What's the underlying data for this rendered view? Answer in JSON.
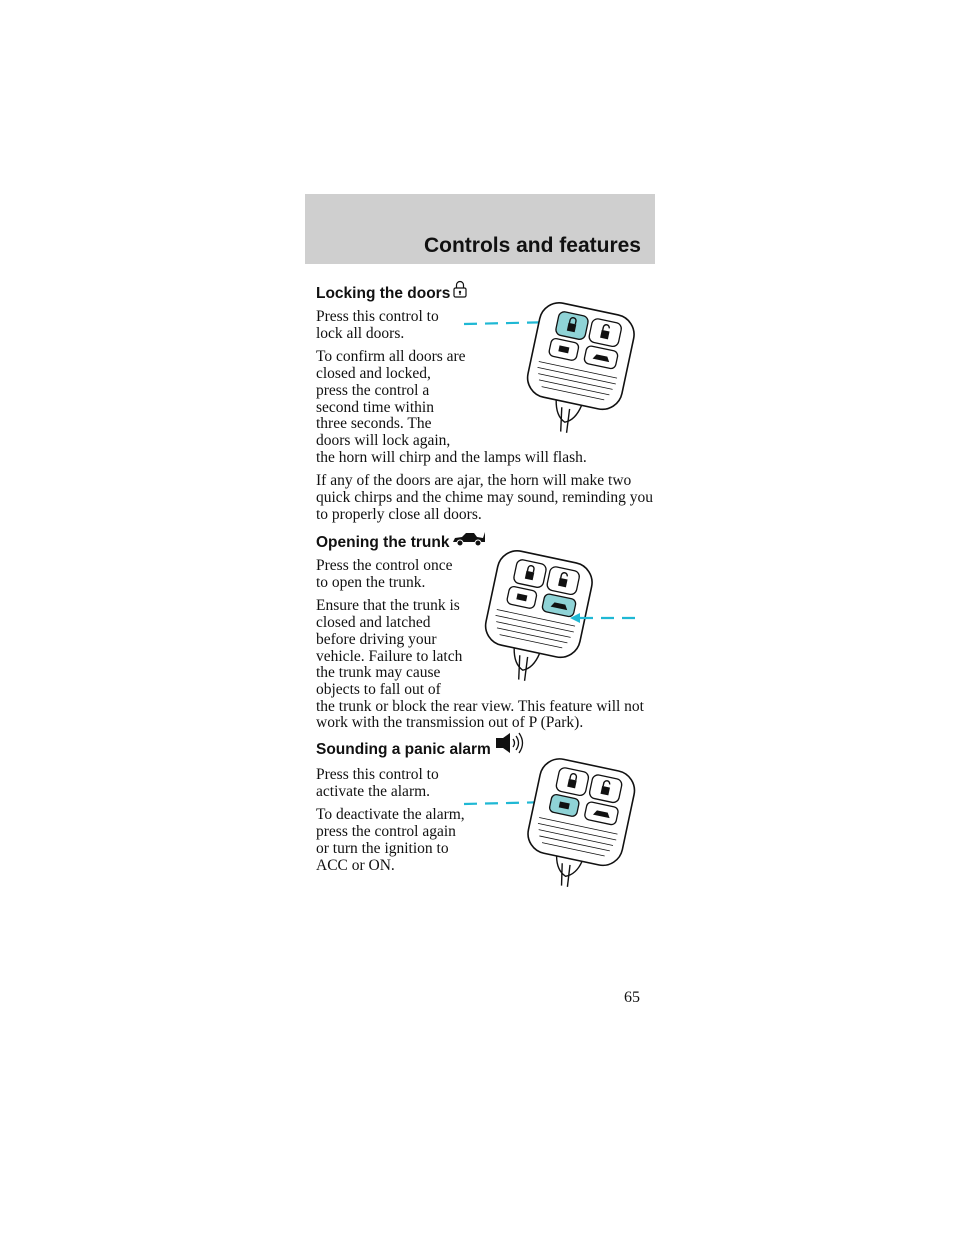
{
  "header": {
    "title": "Controls and features"
  },
  "sections": [
    {
      "heading": "Locking the doors",
      "heading_icon": "padlock-icon",
      "paragraphs": [
        "Press this control to lock all doors.",
        "To confirm all doors are closed and locked, press the control a second time within three seconds. The doors will lock again,",
        "the horn will chirp and the lamps will flash.",
        "If any of the doors are ajar, the horn will make two quick chirps and the chime may sound, reminding you to properly close all doors."
      ]
    },
    {
      "heading": "Opening the trunk",
      "heading_icon": "car-trunk-icon",
      "paragraphs": [
        "Press the control once to open the trunk.",
        "Ensure that the trunk is closed and latched before driving your vehicle. Failure to latch the trunk may cause objects to fall out of",
        "the trunk or block the rear view. This feature will not work with the transmission out of P (Park)."
      ]
    },
    {
      "heading": "Sounding a panic alarm",
      "heading_icon": "horn-speaker-icon",
      "paragraphs": [
        "Press this control to activate the alarm.",
        "To deactivate the alarm, press the control again or turn the ignition to ACC or ON."
      ]
    }
  ],
  "illustrations": [
    {
      "icon": "key-fob-lock-highlighted-icon",
      "highlighted_button": "lock"
    },
    {
      "icon": "key-fob-trunk-highlighted-icon",
      "highlighted_button": "trunk"
    },
    {
      "icon": "key-fob-panic-highlighted-icon",
      "highlighted_button": "panic"
    }
  ],
  "colors": {
    "highlight": "#8fd3d6",
    "callout": "#1fb8d4",
    "header_band": "#cfcfcf"
  },
  "page_number": "65"
}
